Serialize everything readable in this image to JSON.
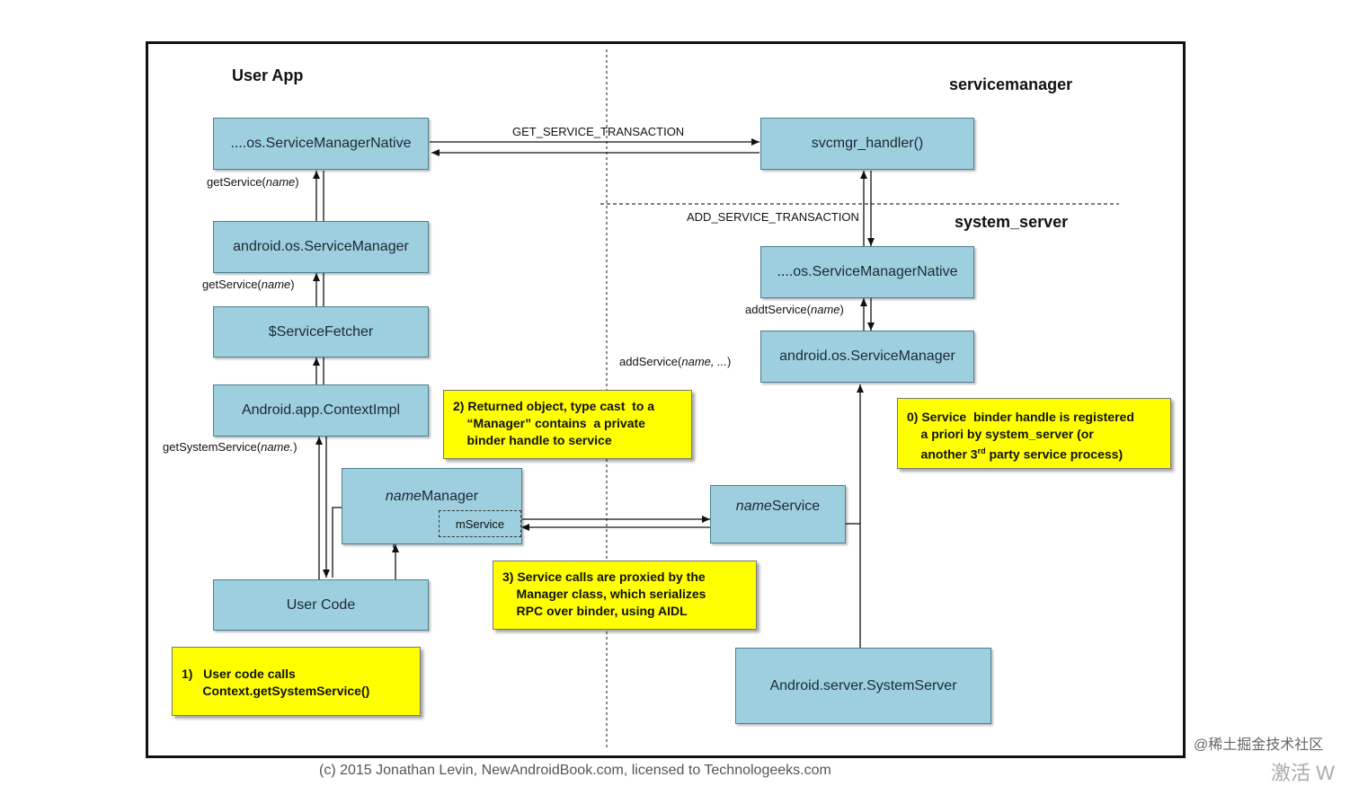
{
  "sections": {
    "user_app": "User App",
    "servicemanager": "servicemanager",
    "system_server": "system_server"
  },
  "boxes": {
    "app_smn": "....os.ServiceManagerNative",
    "app_sm": "android.os.ServiceManager",
    "fetcher": "$ServiceFetcher",
    "contextimpl": "Android.app.ContextImpl",
    "manager_italic": "name",
    "manager_rest": "Manager",
    "mservice": "mService",
    "user_code": "User Code",
    "svcmgr": "svcmgr_handler()",
    "ss_smn": "....os.ServiceManagerNative",
    "ss_sm": "android.os.ServiceManager",
    "service_italic": "name",
    "service_rest": "Service",
    "systemserver": "Android.server.SystemServer"
  },
  "edge_labels": {
    "get_service_tx": "GET_SERVICE_TRANSACTION",
    "add_service_tx": "ADD_SERVICE_TRANSACTION",
    "getservice1_pre": "getService(",
    "getservice1_arg": "name",
    "getservice1_post": ")",
    "getservice2_pre": "getService(",
    "getservice2_arg": "name",
    "getservice2_post": ")",
    "getsystemservice_pre": "getSystemService(",
    "getsystemservice_arg": "name.",
    "getsystemservice_post": ")",
    "addtservice_pre": "addtService(",
    "addtservice_arg": "name",
    "addtservice_post": ")",
    "addservice_pre": "addService(",
    "addservice_arg": "name, ...",
    "addservice_post": ")"
  },
  "notes": {
    "note1": "1)   User code calls\n      Context.getSystemService()",
    "note2": "2) Returned object, type cast  to a\n    “Manager” contains  a private\n    binder handle to service",
    "note3": "3) Service calls are proxied by the\n    Manager class, which serializes\n    RPC over binder, using AIDL",
    "note0_a": "0) Service  binder handle is registered\n    a priori by system_server (or\n    another 3",
    "note0_sup": "rd",
    "note0_b": " party service process)"
  },
  "footer": "(c) 2015 Jonathan Levin, NewAndroidBook.com, licensed to Technologeeks.com",
  "watermark": "@稀土掘金技术社区",
  "corner_text": "激活 W"
}
